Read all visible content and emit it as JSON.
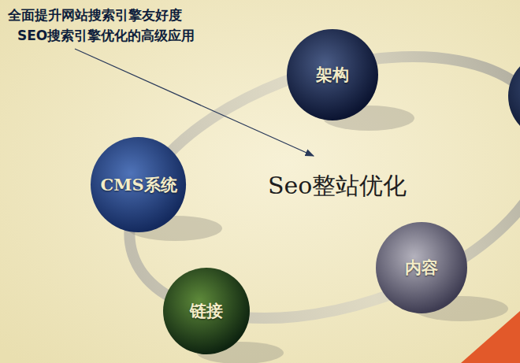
{
  "diagram": {
    "nodes": [
      {
        "text": [
          "架构"
        ]
      },
      {
        "text": [
          "CMS系统"
        ]
      },
      {
        "text": [
          "内容"
        ]
      },
      {
        "text": [
          "链接"
        ]
      }
    ],
    "labels": [
      "全面提升网站搜索引擎友好度",
      "SEO搜索引擎优化的高级应用",
      "Seo整站优化"
    ]
  }
}
